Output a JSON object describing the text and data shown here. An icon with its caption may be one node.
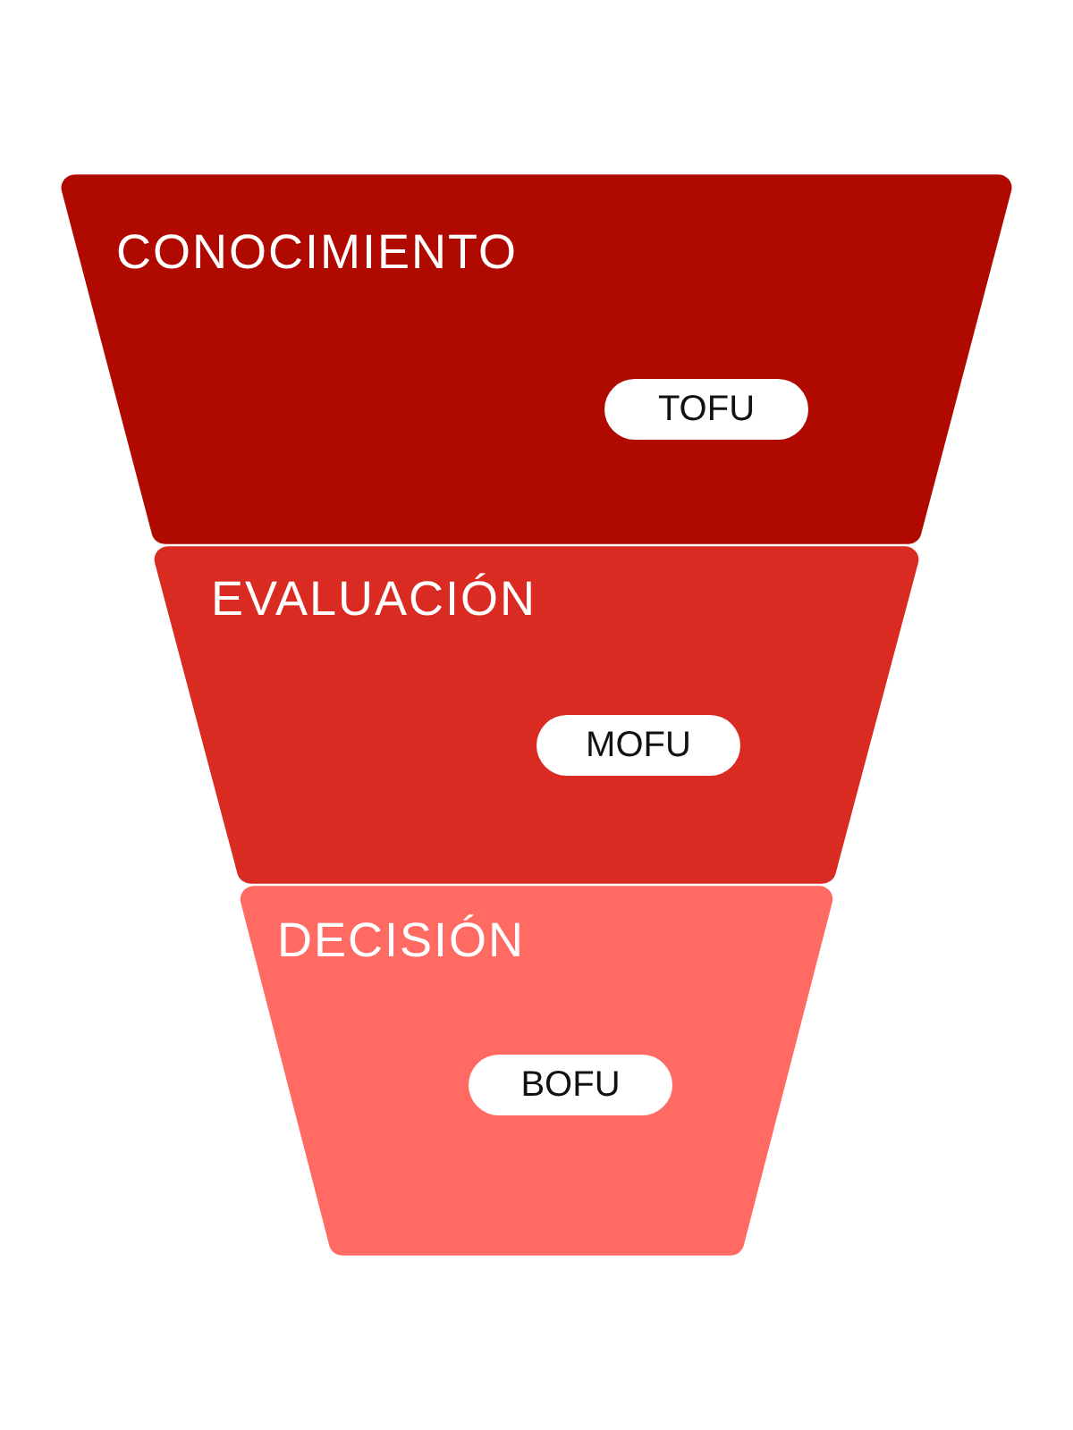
{
  "diagram": {
    "nodes": [
      {
        "text": [
          "CONOCIMIENTO"
        ]
      },
      {
        "text": [
          "TOFU"
        ],
        "in": 0
      },
      {
        "text": [
          "EVALUACIÓN"
        ]
      },
      {
        "text": [
          "MOFU"
        ],
        "in": 2
      },
      {
        "text": [
          "DECISIÓN"
        ]
      },
      {
        "text": [
          "BOFU"
        ],
        "in": 4
      }
    ]
  }
}
